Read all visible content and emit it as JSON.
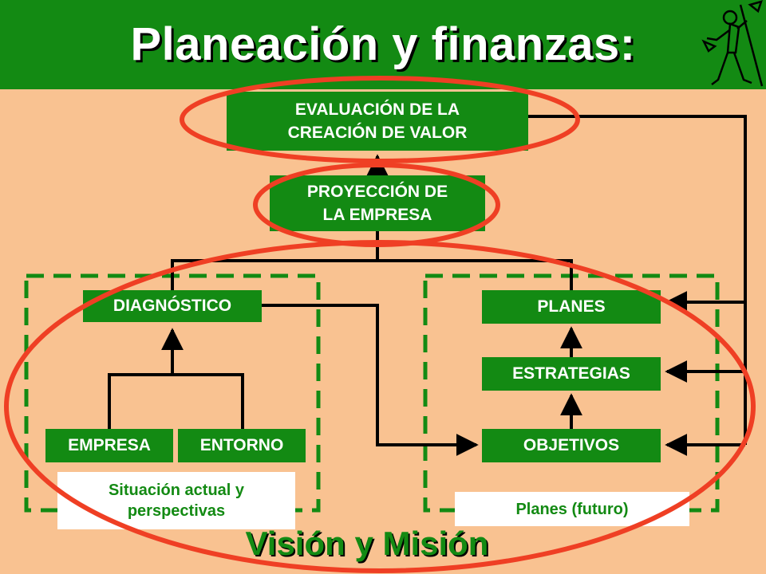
{
  "slide": {
    "title": "Planeación y finanzas:",
    "footer_title": "Visión y Misión",
    "colors": {
      "background": "#f9c291",
      "header": "#138a13",
      "box": "#138a13",
      "box_text": "#ffffff",
      "connector": "#000000",
      "highlight_ellipse": "#ef3f24",
      "dashed_group": "#138a13"
    },
    "decoration_icon": "person-with-flag-icon"
  },
  "diagram": {
    "nodes": {
      "evaluacion": {
        "line1": "EVALUACIÓN DE LA",
        "line2": "CREACIÓN DE VALOR"
      },
      "proyeccion": {
        "line1": "PROYECCIÓN DE",
        "line2": "LA EMPRESA"
      },
      "diagnostico": "DIAGNÓSTICO",
      "empresa": "EMPRESA",
      "entorno": "ENTORNO",
      "planes": "PLANES",
      "estrategias": "ESTRATEGIAS",
      "objetivos": "OBJETIVOS"
    },
    "groups": {
      "situacion": {
        "line1": "Situación actual y",
        "line2": "perspectivas"
      },
      "planes_futuro": "Planes (futuro)"
    }
  }
}
